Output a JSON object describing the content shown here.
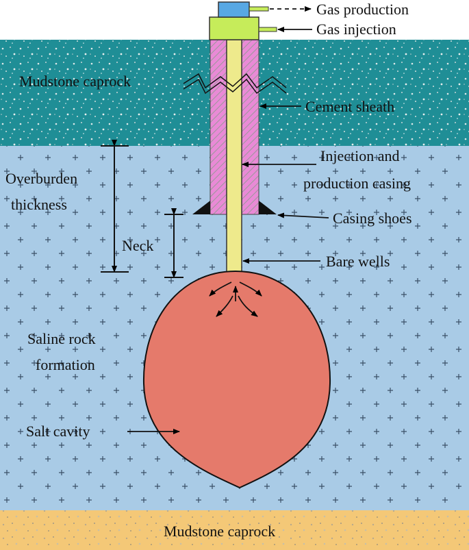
{
  "labels": {
    "gas_production": "Gas production",
    "gas_injection": "Gas injection",
    "mudstone_caprock_top": "Mudstone caprock",
    "cement_sheath": "Cement sheath",
    "injection_casing_line1": "Injection and",
    "injection_casing_line2": "production casing",
    "overburden_line1": "Overburden",
    "overburden_line2": "thickness",
    "casing_shoes": "Casing shoes",
    "neck": "Neck",
    "bare_wells": "Bare wells",
    "saline_line1": "Saline rock",
    "saline_line2": "formation",
    "salt_cavity": "Salt cavity",
    "mudstone_caprock_bottom": "Mudstone caprock"
  },
  "colors": {
    "caprock_top": "#1f8e96",
    "saline_formation": "#a9cbe6",
    "caprock_bottom": "#f4c877",
    "cavity": "#e57a6b",
    "casing": "#eeea8c",
    "cement_sheath": "#e98ad6",
    "wellhead_valve": "#58a8e4",
    "wellhead_block": "#c6ec5a"
  }
}
